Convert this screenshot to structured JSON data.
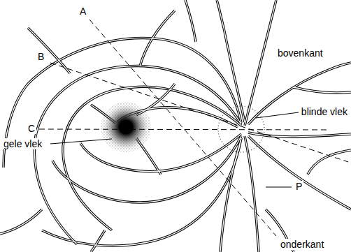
{
  "diagram": {
    "labels": [
      "A",
      "B",
      "C",
      "gele vlek",
      "bovenkant",
      "blinde vlek",
      "P",
      "onderkant"
    ]
  }
}
